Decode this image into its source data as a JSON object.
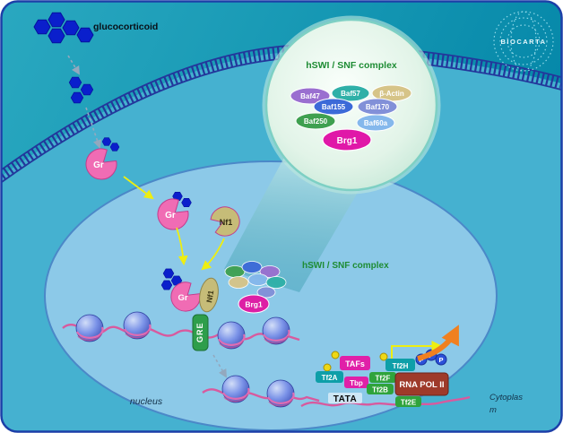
{
  "colors": {
    "outer_bg_light": "#27A6BE",
    "outer_bg_dark": "#0486A8",
    "cell_fill": "#45B1D0",
    "nucleus_fill": "#8CC9E8",
    "nucleus_stroke": "#4B88C8",
    "membrane": "#23379B",
    "hexagon": "#0A1FCC",
    "gr_pink": "#F06CB4",
    "nf1_olive": "#C6BC78",
    "gre_green": "#2E9E4B",
    "brg1_magenta": "#DD1FA5",
    "box_teal": "#0E9FA8",
    "box_green": "#2FA33C",
    "box_magenta": "#E020A8",
    "rna_pol": "#9E3A2A",
    "phosphate_blue": "#2B50D8",
    "orange_arrow": "#F08020",
    "yellow_arrow": "#EEEE10",
    "dna_pink": "#D85A9E",
    "inset_title_green": "#1E8C34"
  },
  "ligand": {
    "label": "glucocorticoid"
  },
  "proteins": {
    "gr": "Gr",
    "nf1": "Nf1",
    "gre": "GRE",
    "brg1": "Brg1"
  },
  "inset": {
    "title": "hSWI / SNF complex",
    "members": [
      {
        "label": "Baf47",
        "color": "#9A6FD0"
      },
      {
        "label": "Baf57",
        "color": "#2FB0A8"
      },
      {
        "label": "β-Actin",
        "color": "#D6C488"
      },
      {
        "label": "Baf155",
        "color": "#3C6AD8"
      },
      {
        "label": "Baf170",
        "color": "#8290D8"
      },
      {
        "label": "Baf250",
        "color": "#3FA050"
      },
      {
        "label": "Baf60a",
        "color": "#85B8EC"
      },
      {
        "label": "Brg1",
        "color": "#E018A8"
      }
    ]
  },
  "nuclear_complex_label": "hSWI / SNF complex",
  "transcription": {
    "tafs": "TAFs",
    "tf2a": "Tf2A",
    "tbp": "Tbp",
    "tata": "TATA",
    "tf2h": "Tf2H",
    "tf2f": "Tf2F",
    "tf2b": "Tf2B",
    "rna_pol": "RNA POL II",
    "tf2e": "Tf2E",
    "phosphate": "P"
  },
  "labels": {
    "nucleus": "nucleus",
    "cytoplasm_line1": "Cytoplas",
    "cytoplasm_line2": "m"
  },
  "logo": {
    "text": "BIOCARTA"
  }
}
